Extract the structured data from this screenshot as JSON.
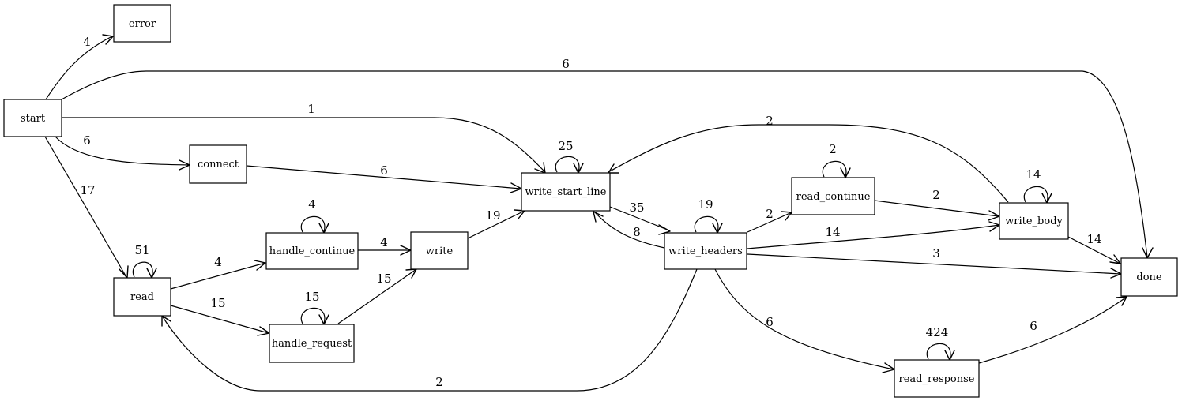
{
  "nodes": {
    "start": "start",
    "error": "error",
    "connect": "connect",
    "read": "read",
    "handle_continue": "handle_continue",
    "handle_request": "handle_request",
    "write": "write",
    "write_start_line": "write_start_line",
    "write_headers": "write_headers",
    "read_continue": "read_continue",
    "write_body": "write_body",
    "read_response": "read_response",
    "done": "done"
  },
  "edges": [
    {
      "from": "start",
      "to": "error",
      "label": "4"
    },
    {
      "from": "start",
      "to": "done",
      "label": "6"
    },
    {
      "from": "start",
      "to": "write_start_line",
      "label": "1"
    },
    {
      "from": "start",
      "to": "connect",
      "label": "6"
    },
    {
      "from": "start",
      "to": "read",
      "label": "17"
    },
    {
      "from": "connect",
      "to": "write_start_line",
      "label": "6"
    },
    {
      "from": "read",
      "to": "read",
      "label": "51"
    },
    {
      "from": "read",
      "to": "handle_continue",
      "label": "4"
    },
    {
      "from": "read",
      "to": "handle_request",
      "label": "15"
    },
    {
      "from": "handle_continue",
      "to": "handle_continue",
      "label": "4"
    },
    {
      "from": "handle_continue",
      "to": "write",
      "label": "4"
    },
    {
      "from": "handle_request",
      "to": "handle_request",
      "label": "15"
    },
    {
      "from": "handle_request",
      "to": "write",
      "label": "15"
    },
    {
      "from": "write",
      "to": "write_start_line",
      "label": "19"
    },
    {
      "from": "write_start_line",
      "to": "write_start_line",
      "label": "25"
    },
    {
      "from": "write_start_line",
      "to": "write_headers",
      "label": "35"
    },
    {
      "from": "write_headers",
      "to": "write_start_line",
      "label": "8"
    },
    {
      "from": "write_headers",
      "to": "write_headers",
      "label": "19"
    },
    {
      "from": "write_headers",
      "to": "read_continue",
      "label": "2"
    },
    {
      "from": "write_headers",
      "to": "write_body",
      "label": "14"
    },
    {
      "from": "write_headers",
      "to": "done",
      "label": "3"
    },
    {
      "from": "write_headers",
      "to": "read_response",
      "label": "6"
    },
    {
      "from": "write_headers",
      "to": "read",
      "label": "2"
    },
    {
      "from": "read_continue",
      "to": "read_continue",
      "label": "2"
    },
    {
      "from": "read_continue",
      "to": "write_body",
      "label": "2"
    },
    {
      "from": "write_body",
      "to": "write_body",
      "label": "14"
    },
    {
      "from": "write_body",
      "to": "write_start_line",
      "label": "2"
    },
    {
      "from": "write_body",
      "to": "done",
      "label": "14"
    },
    {
      "from": "read_response",
      "to": "read_response",
      "label": "424"
    },
    {
      "from": "read_response",
      "to": "done",
      "label": "6"
    }
  ]
}
